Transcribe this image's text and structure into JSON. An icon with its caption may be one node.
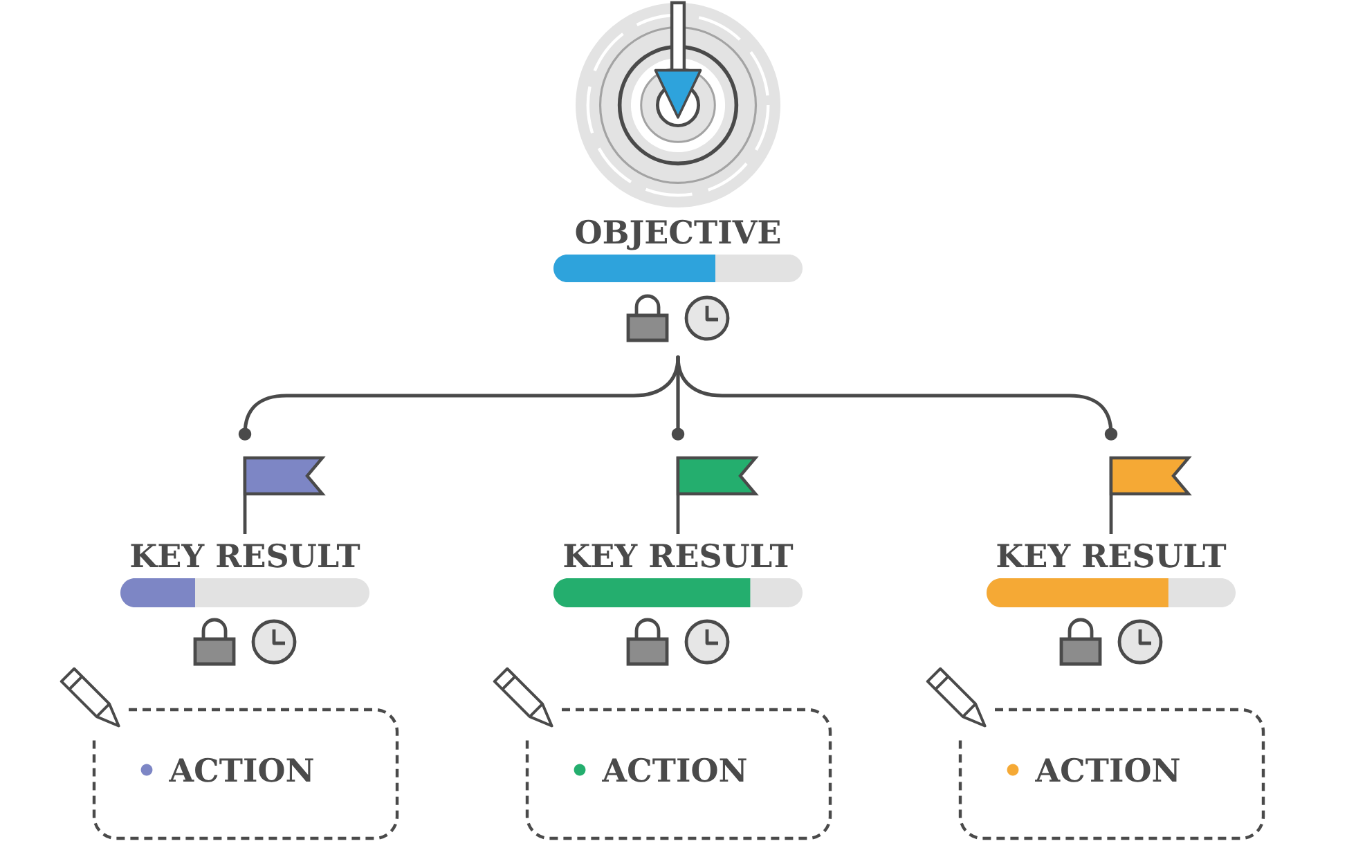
{
  "diagram": {
    "nodes": [
      {
        "text": [
          "OBJECTIVE"
        ]
      },
      {
        "text": [
          "KEY RESULT"
        ]
      },
      {
        "text": [
          "KEY RESULT"
        ]
      },
      {
        "text": [
          "KEY RESULT"
        ]
      },
      {
        "text": [
          "ACTION"
        ]
      },
      {
        "text": [
          "ACTION"
        ]
      },
      {
        "text": [
          "ACTION"
        ]
      }
    ],
    "edges": [
      {
        "from": 0,
        "to": 1,
        "arrow": "other"
      },
      {
        "from": 0,
        "to": 2,
        "arrow": "other"
      },
      {
        "from": 0,
        "to": 3,
        "arrow": "other"
      }
    ]
  }
}
